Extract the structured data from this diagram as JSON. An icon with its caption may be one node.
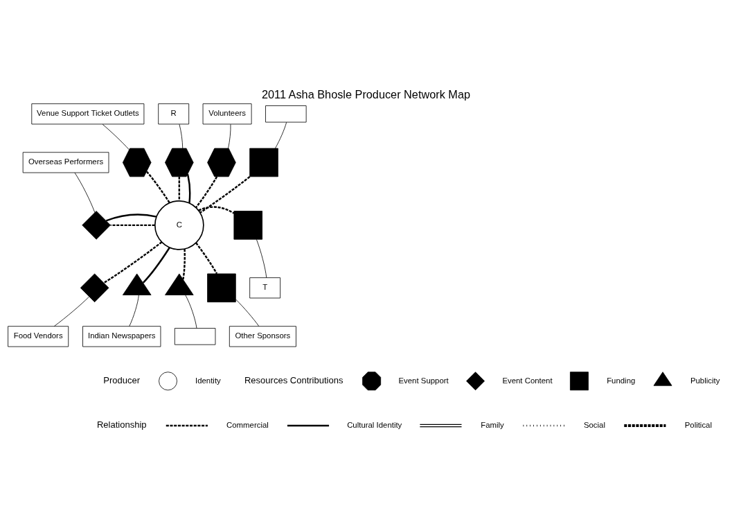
{
  "diagram": {
    "title": "2011 Asha Bhosle Producer Network Map",
    "nodes": [
      {
        "text": [
          "Venue Support Ticket Outlets"
        ]
      },
      {
        "text": [],
        "shape": "hexagon"
      },
      {
        "text": [],
        "shape": "hexagon"
      },
      {
        "text": [
          "R"
        ]
      },
      {
        "text": [
          "Volunteers"
        ]
      },
      {
        "text": [],
        "shape": "hexagon"
      },
      {
        "text": [],
        "shape": "box"
      },
      {
        "text": [],
        "shape": "square"
      },
      {
        "text": [
          "Overseas Performers"
        ]
      },
      {
        "text": [],
        "shape": "diamond"
      },
      {
        "text": [
          "C"
        ]
      },
      {
        "text": [],
        "shape": "square"
      },
      {
        "text": [
          "T"
        ]
      },
      {
        "text": [],
        "shape": "diamond"
      },
      {
        "text": [
          "Food Vendors"
        ]
      },
      {
        "text": [],
        "shape": "triangle"
      },
      {
        "text": [],
        "shape": "square"
      },
      {
        "text": [
          "Other Sponsors"
        ]
      },
      {
        "text": [],
        "shape": "triangle"
      },
      {
        "text": [
          "Indian Newspapers"
        ]
      },
      {
        "text": [],
        "shape": "box"
      },
      {
        "text": [],
        "shape": "circle"
      },
      {
        "text": [],
        "shape": "octagon"
      },
      {
        "text": [],
        "shape": "diamond"
      },
      {
        "text": [],
        "shape": "square"
      },
      {
        "text": [],
        "shape": "triangle"
      }
    ],
    "edges": [
      {
        "from": 0,
        "to": 1,
        "arrow": "none"
      },
      {
        "from": 3,
        "to": 2,
        "arrow": "none"
      },
      {
        "from": 4,
        "to": 5,
        "arrow": "none"
      },
      {
        "from": 6,
        "to": 7,
        "arrow": "none"
      },
      {
        "from": 8,
        "to": 9,
        "arrow": "none"
      },
      {
        "from": 12,
        "to": 11,
        "arrow": "none"
      },
      {
        "from": 14,
        "to": 13,
        "arrow": "none"
      },
      {
        "from": 17,
        "to": 16,
        "arrow": "none"
      },
      {
        "from": 19,
        "to": 15,
        "arrow": "none"
      },
      {
        "from": 20,
        "to": 18,
        "arrow": "none"
      },
      {
        "from": 10,
        "to": 1,
        "arrow": "none",
        "style": "dashed"
      },
      {
        "from": 10,
        "to": 2,
        "arrow": "none",
        "style": "dashed"
      },
      {
        "from": 10,
        "to": 2,
        "arrow": "none"
      },
      {
        "from": 10,
        "to": 5,
        "arrow": "none",
        "style": "dashed"
      },
      {
        "from": 10,
        "to": 7,
        "arrow": "none",
        "style": "dashed"
      },
      {
        "from": 10,
        "to": 9,
        "arrow": "none",
        "style": "dashed"
      },
      {
        "from": 10,
        "to": 9,
        "arrow": "none"
      },
      {
        "from": 10,
        "to": 11,
        "arrow": "none",
        "style": "dashed"
      },
      {
        "from": 10,
        "to": 16,
        "arrow": "none",
        "style": "dashed"
      },
      {
        "from": 10,
        "to": 18,
        "arrow": "none",
        "style": "dashed"
      },
      {
        "from": 10,
        "to": 15,
        "arrow": "none"
      },
      {
        "from": 10,
        "to": 13,
        "arrow": "none",
        "style": "dashed"
      }
    ],
    "labels": [
      "Producer",
      "Resources Contributions",
      "Relationship"
    ],
    "legend": [
      {
        "text": "Identity"
      },
      {
        "text": "Event Support"
      },
      {
        "text": "Event Content"
      },
      {
        "text": "Funding"
      },
      {
        "text": "Publicity"
      },
      {
        "text": "Commercial"
      },
      {
        "text": "Cultural Identity"
      },
      {
        "text": "Family"
      },
      {
        "text": "Social"
      },
      {
        "text": "Political"
      }
    ]
  }
}
